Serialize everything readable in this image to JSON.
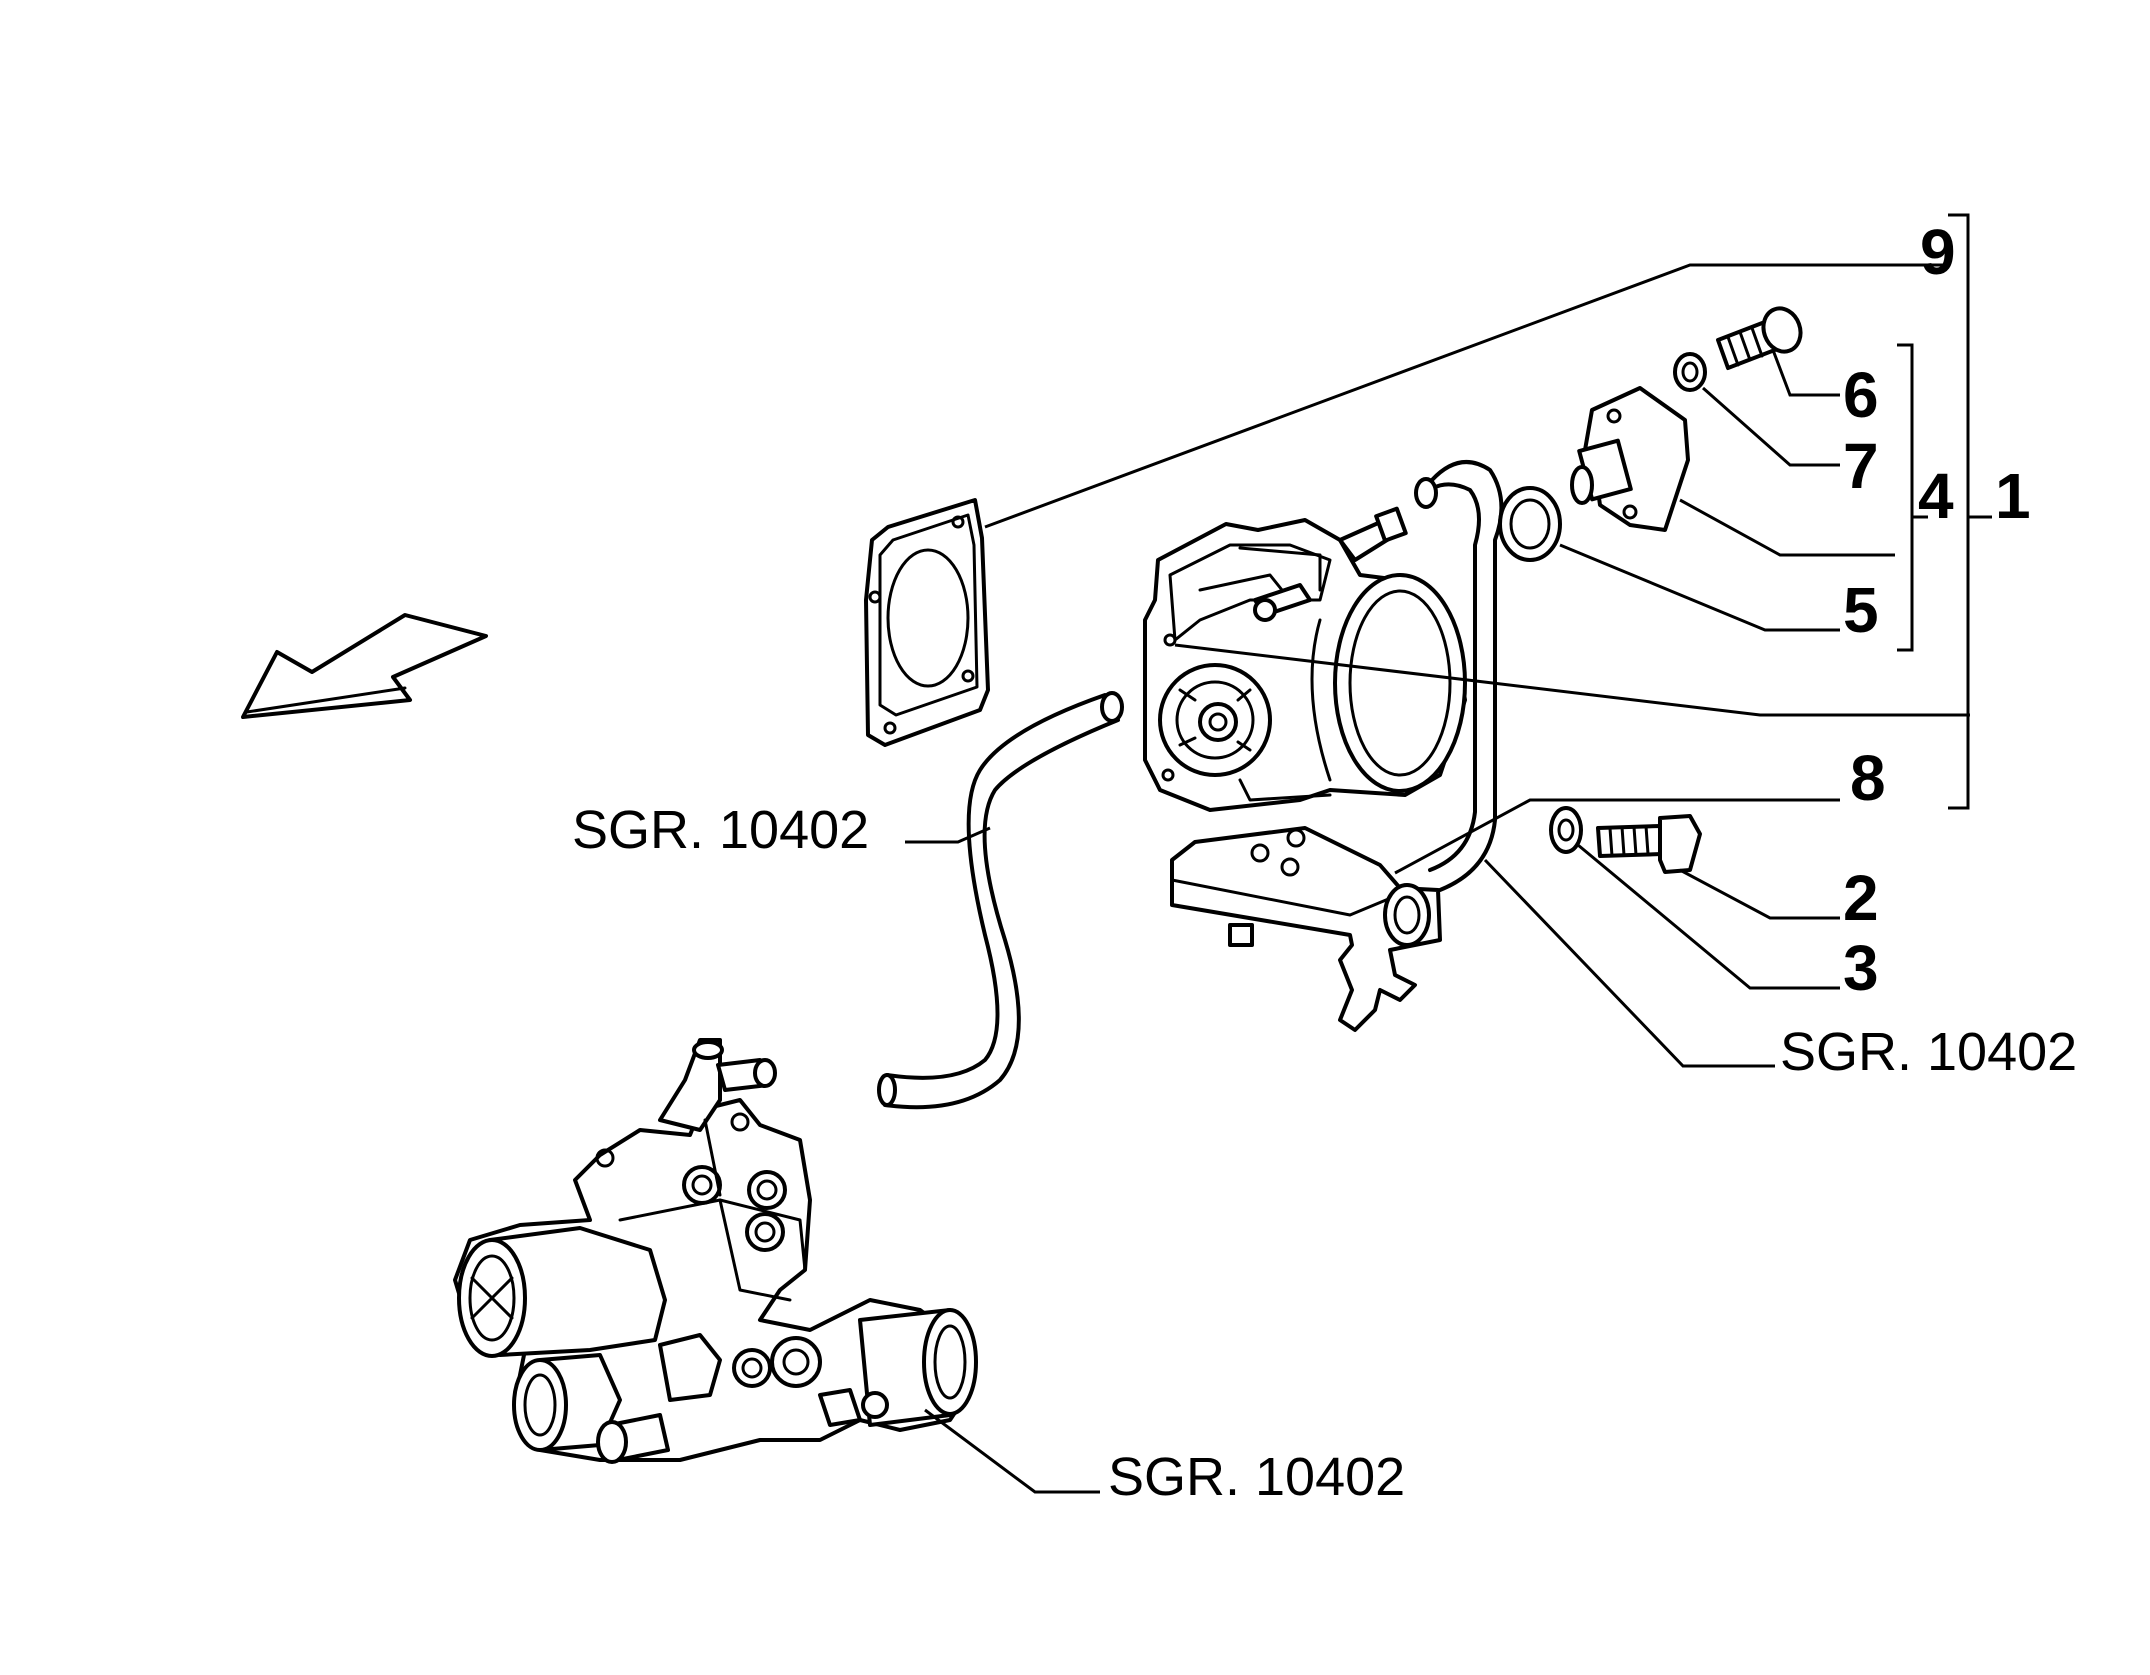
{
  "diagram": {
    "callouts": {
      "c1": "1",
      "c2": "2",
      "c3": "3",
      "c4": "4",
      "c5": "5",
      "c6": "6",
      "c7": "7",
      "c8": "8",
      "c9": "9"
    },
    "references": {
      "hose": "SGR. 10402",
      "pipe": "SGR. 10402",
      "thermostat": "SGR. 10402"
    }
  }
}
